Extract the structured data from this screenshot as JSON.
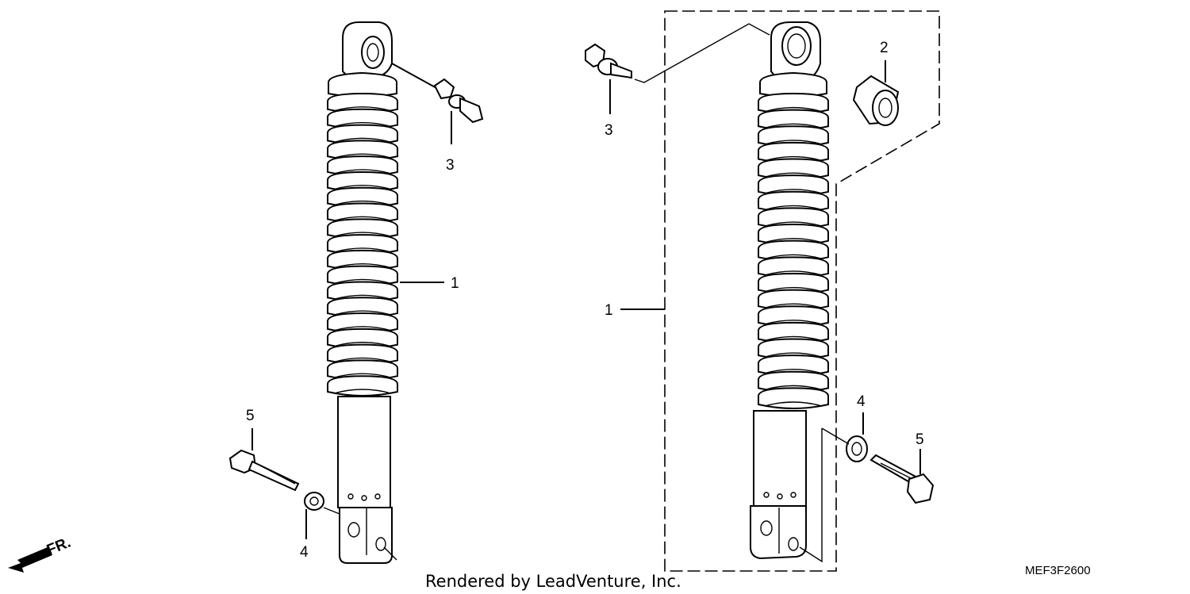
{
  "diagram": {
    "callouts": {
      "left": {
        "bolt_top": "3",
        "shock": "1",
        "bolt_bottom": "5",
        "washer": "4"
      },
      "right": {
        "bolt_top": "3",
        "bushing": "2",
        "shock": "1",
        "washer": "4",
        "bolt_bottom": "5"
      }
    },
    "direction_label": "FR.",
    "credit": "Rendered by LeadVenture, Inc.",
    "diagram_code": "MEF3F2600"
  }
}
